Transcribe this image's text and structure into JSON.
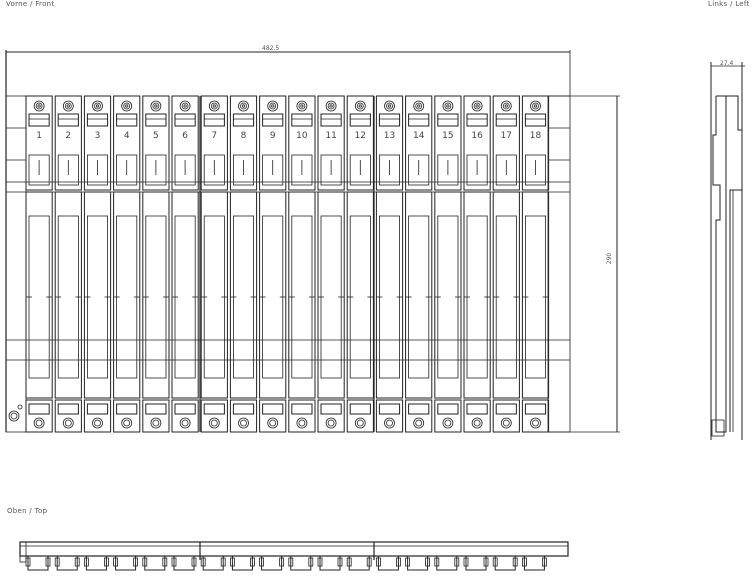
{
  "views": {
    "front_label": "Vorne / Front",
    "left_label": "Links / Left",
    "top_label": "Oben / Top"
  },
  "dimensions": {
    "width": "482.5",
    "height": "290",
    "depth": "27.4"
  },
  "slots": [
    "1",
    "2",
    "3",
    "4",
    "5",
    "6",
    "7",
    "8",
    "9",
    "10",
    "11",
    "12",
    "13",
    "14",
    "15",
    "16",
    "17",
    "18"
  ]
}
